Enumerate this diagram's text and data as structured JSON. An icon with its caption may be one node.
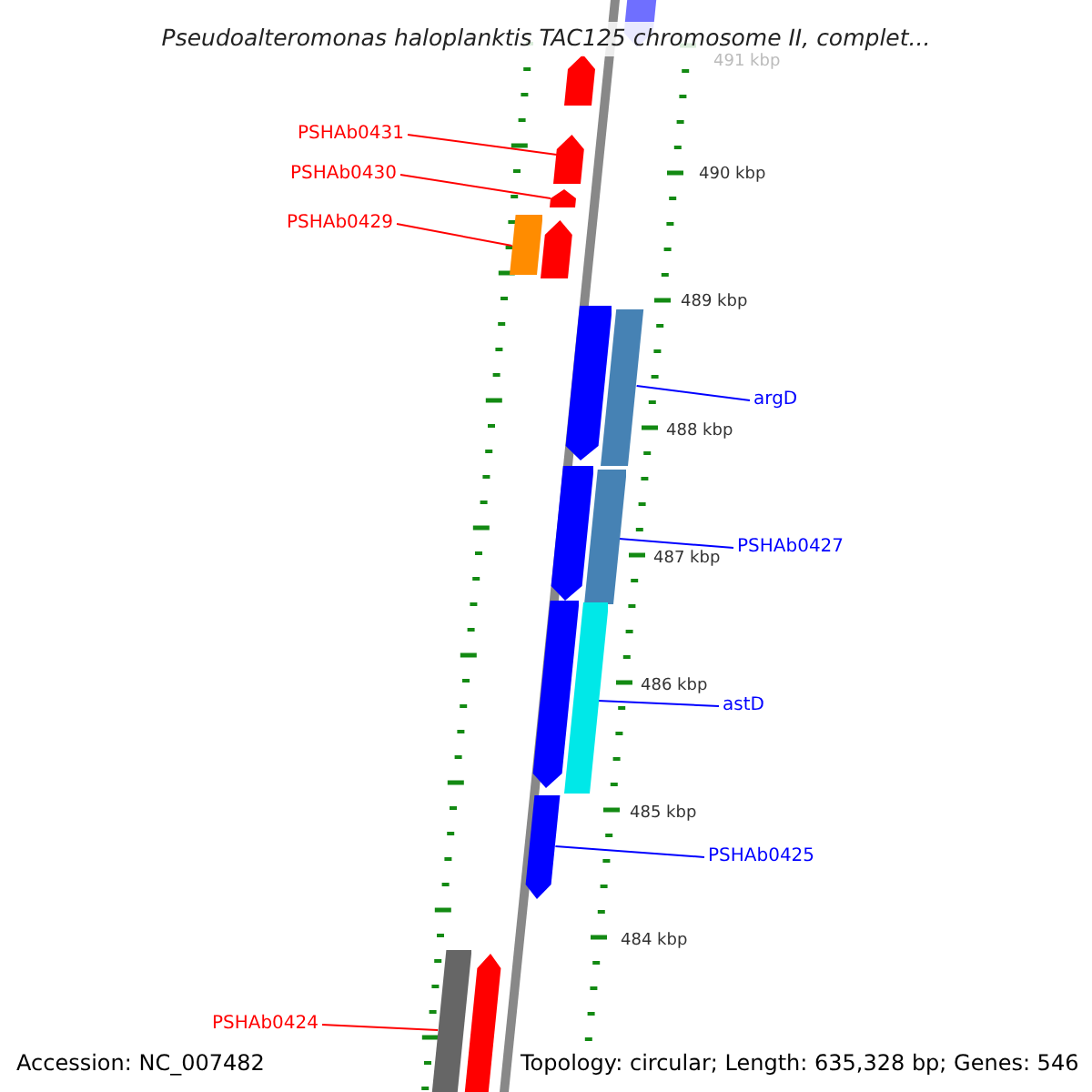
{
  "diagram": {
    "title": "Pseudoalteromonas haloplanktis TAC125 chromosome II, complet...",
    "nodes": [
      {
        "text": [
          "PSHAb0431"
        ]
      },
      {
        "text": [
          "PSHAb0430"
        ]
      },
      {
        "text": [
          "PSHAb0429"
        ]
      },
      {
        "text": [
          "argD"
        ]
      },
      {
        "text": [
          "PSHAb0427"
        ]
      },
      {
        "text": [
          "astD"
        ]
      },
      {
        "text": [
          "PSHAb0425"
        ]
      },
      {
        "text": [
          "PSHAb0424"
        ]
      },
      {
        "text": [],
        "shape": "bar"
      },
      {
        "text": [],
        "shape": "bar"
      },
      {
        "text": [],
        "shape": "bar"
      },
      {
        "text": [],
        "shape": "bar"
      },
      {
        "text": [],
        "shape": "bar"
      },
      {
        "text": [],
        "shape": "bar"
      },
      {
        "text": [],
        "shape": "bar"
      },
      {
        "text": [],
        "shape": "bar"
      },
      {
        "text": [],
        "shape": "bar"
      },
      {
        "text": [],
        "shape": "bar"
      },
      {
        "text": [],
        "shape": "bar"
      },
      {
        "text": [],
        "shape": "bar"
      },
      {
        "text": [],
        "shape": "bar"
      },
      {
        "text": [],
        "shape": "bar"
      },
      {
        "text": [],
        "shape": "bar"
      }
    ],
    "edges": [
      {
        "from": 0,
        "to": 10,
        "arrow": "none",
        "color": "#ff0000"
      },
      {
        "from": 1,
        "to": 11,
        "arrow": "none",
        "color": "#ff0000"
      },
      {
        "from": 2,
        "to": 12,
        "arrow": "none",
        "color": "#ff0000"
      },
      {
        "from": 3,
        "to": 15,
        "arrow": "none",
        "color": "#0000ff"
      },
      {
        "from": 4,
        "to": 17,
        "arrow": "none",
        "color": "#0000ff"
      },
      {
        "from": 5,
        "to": 19,
        "arrow": "none",
        "color": "#0000ff"
      },
      {
        "from": 6,
        "to": 20,
        "arrow": "none",
        "color": "#0000ff"
      },
      {
        "from": 7,
        "to": 21,
        "arrow": "none",
        "color": "#ff0000"
      }
    ],
    "labels": [
      "491 kbp",
      "490 kbp",
      "489 kbp",
      "488 kbp",
      "487 kbp",
      "486 kbp",
      "485 kbp",
      "484 kbp",
      "Accession: NC_007482",
      "Topology: circular; Length: 635,328 bp; Genes: 546"
    ]
  }
}
